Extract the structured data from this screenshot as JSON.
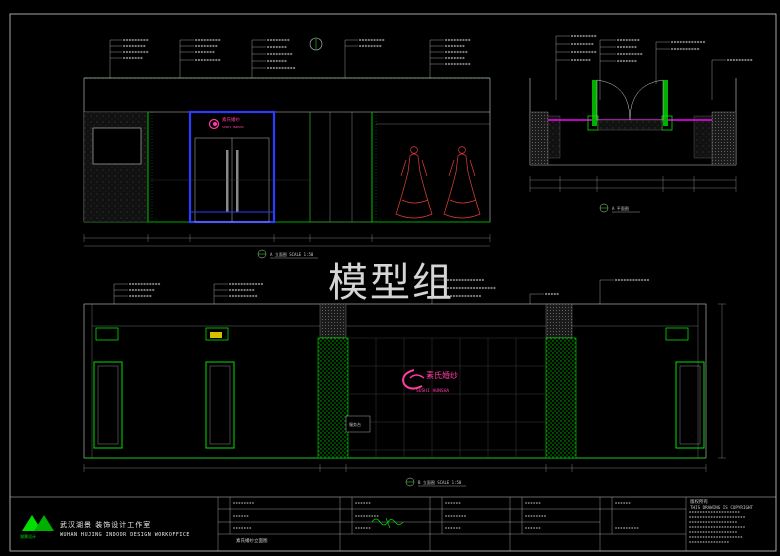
{
  "watermark": "模型组",
  "brand": {
    "cn": "武汉湖景 装饰设计工作室",
    "en": "WUHAN HUJING INDOOR DESIGN WORKOFFICE",
    "mark": "湖景设计"
  },
  "shop_sign": {
    "cn": "素氏婚纱",
    "en": "SUSHI HUNSHA"
  },
  "drawings": {
    "elev1_title": "A 立面图 SCALE 1:50",
    "plan_title": "A 平面图",
    "elev2_title": "B 立面图 SCALE 1:50",
    "elev2_label": "服务台"
  },
  "titleblock": {
    "copyright_title": "版权所有",
    "copyright_line": "THIS DRAWING IS COPYRIGHT",
    "drawing_name": "素氏婚纱立面图"
  },
  "colors": {
    "background": "#000000",
    "frame": "#cfcfcf",
    "green": "#00e000",
    "blue": "#2a3cff",
    "magenta": "#ff00ff",
    "red": "#e0403a",
    "wall_hatch": "#4a4a4a"
  }
}
